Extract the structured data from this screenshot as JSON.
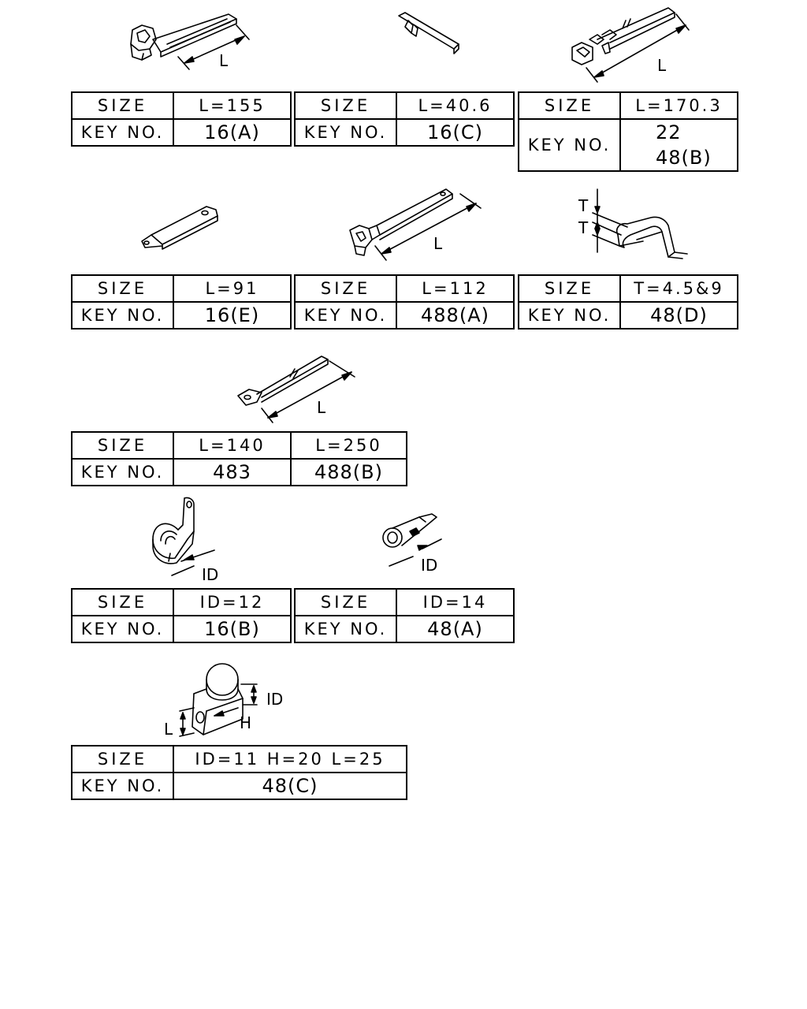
{
  "labels": {
    "size": "SIZE",
    "key_no": "KEY NO."
  },
  "parts": [
    {
      "dim_label": "L",
      "size": "L=155",
      "key": "16(A)"
    },
    {
      "size": "L=40.6",
      "key": "16(C)"
    },
    {
      "dim_label": "L",
      "size": "L=170.3",
      "key_lines": [
        "22",
        "48(B)"
      ]
    },
    {
      "size": "L=91",
      "key": "16(E)"
    },
    {
      "dim_label": "L",
      "size": "L=112",
      "key": "488(A)"
    },
    {
      "dim_labels": [
        "T",
        "T"
      ],
      "size": "T=4.5&9",
      "key": "48(D)"
    },
    {
      "dim_label": "L",
      "sizes": [
        "L=140",
        "L=250"
      ],
      "keys": [
        "483",
        "488(B)"
      ]
    },
    {
      "dim_label": "ID",
      "size": "ID=12",
      "key": "16(B)"
    },
    {
      "dim_label": "ID",
      "size": "ID=14",
      "key": "48(A)"
    },
    {
      "dim_labels": [
        "ID",
        "H",
        "L"
      ],
      "size": "ID=11 H=20 L=25",
      "key": "48(C)"
    }
  ]
}
